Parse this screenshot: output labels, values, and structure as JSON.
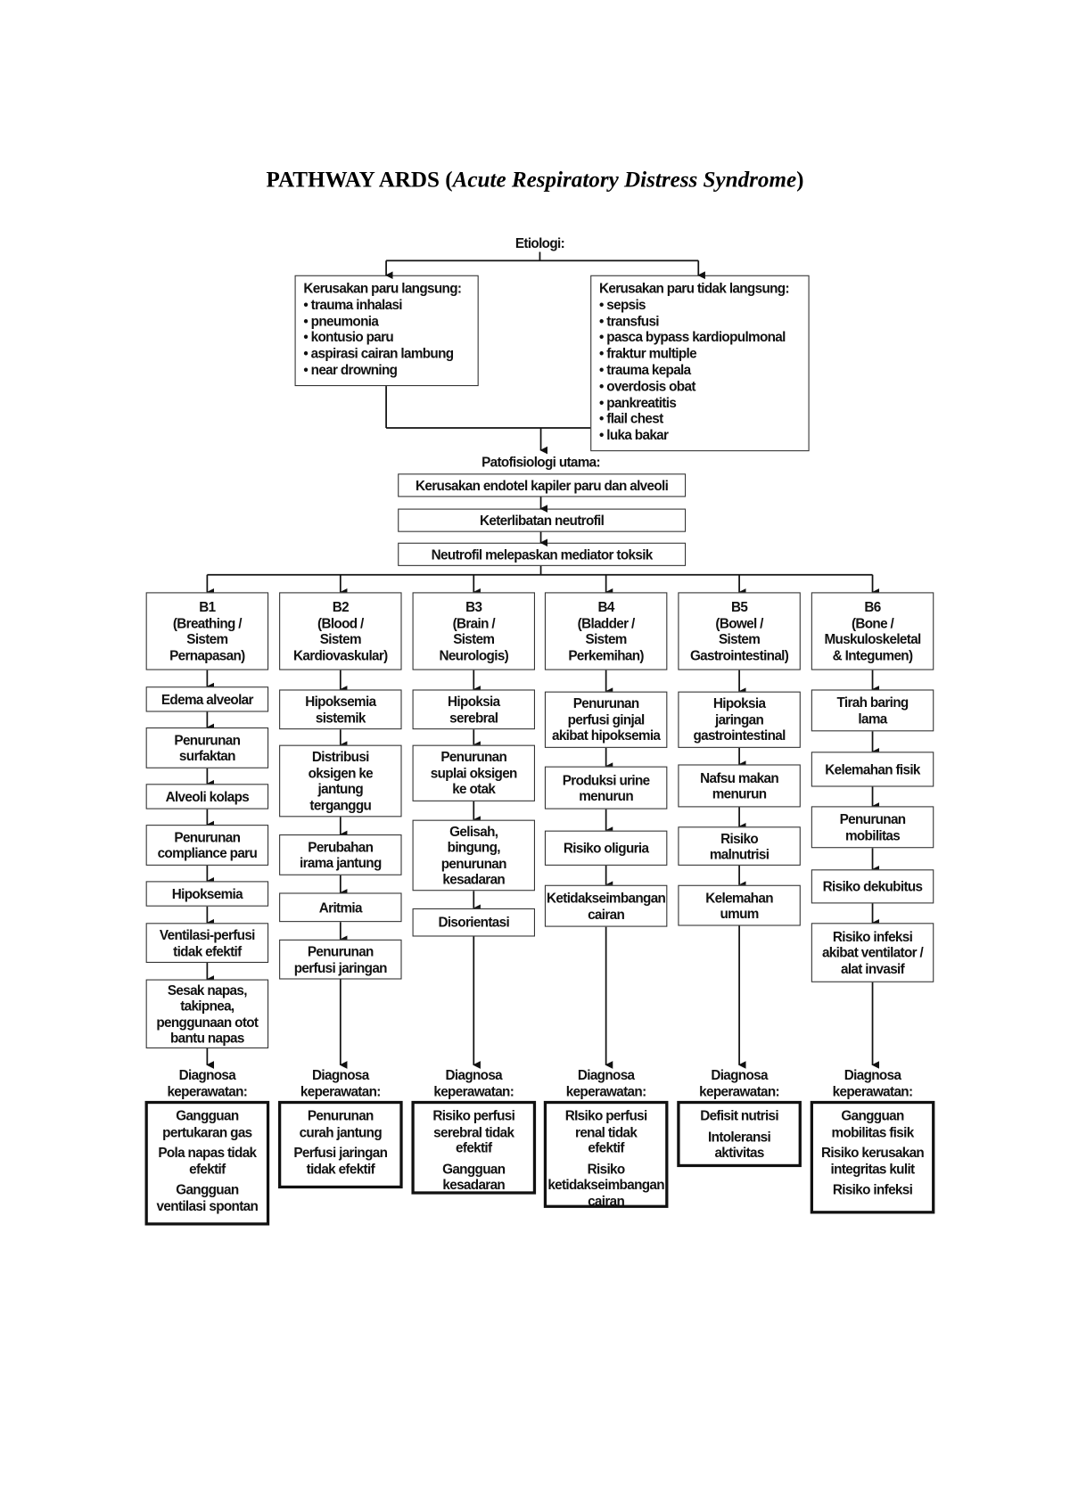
{
  "title": {
    "main": "PATHWAY ARDS",
    "italic": "Acute Respiratory Distress Syndrome"
  },
  "etiologi": {
    "label": "Etiologi:",
    "direct": {
      "heading": "Kerusakan paru langsung:",
      "items": [
        "trauma inhalasi",
        "pneumonia",
        "kontusio paru",
        "aspirasi cairan lambung",
        "near drowning"
      ]
    },
    "indirect": {
      "heading": "Kerusakan paru tidak langsung:",
      "items": [
        "sepsis",
        "transfusi",
        "pasca bypass kardiopulmonal",
        "fraktur multiple",
        "trauma kepala",
        "overdosis obat",
        "pankreatitis",
        "flail chest",
        "luka bakar"
      ]
    }
  },
  "patofisiologi": {
    "label": "Patofisiologi utama:",
    "steps": [
      "Kerusakan endotel kapiler paru dan alveoli",
      "Keterlibatan neutrofil",
      "Neutrofil melepaskan mediator toksik"
    ]
  },
  "diagnosa_label": "Diagnosa\nkeperawatan:",
  "columns": [
    {
      "header": "B1\n(Breathing /\nSistem\nPernapasan)",
      "steps": [
        "Edema alveolar",
        "Penurunan\nsurfaktan",
        "Alveoli kolaps",
        "Penurunan\ncompliance paru",
        "Hipoksemia",
        "Ventilasi-perfusi\ntidak efektif",
        "Sesak napas,\ntakipnea,\npenggunaan otot\nbantu napas"
      ],
      "diagnoses": [
        "Gangguan\npertukaran gas",
        "Pola napas tidak\nefektif",
        "Gangguan\nventilasi spontan"
      ]
    },
    {
      "header": "B2\n(Blood /\nSistem\nKardiovaskular)",
      "steps": [
        "Hipoksemia\nsistemik",
        "Distribusi\noksigen ke\njantung\nterganggu",
        "Perubahan\nirama jantung",
        "Aritmia",
        "Penurunan\nperfusi jaringan"
      ],
      "diagnoses": [
        "Penurunan\ncurah jantung",
        "Perfusi jaringan\ntidak efektif"
      ]
    },
    {
      "header": "B3\n(Brain /\nSistem\nNeurologis)",
      "steps": [
        "Hipoksia\nserebral",
        "Penurunan\nsuplai oksigen\nke otak",
        "Gelisah,\nbingung,\npenurunan\nkesadaran",
        "Disorientasi"
      ],
      "diagnoses": [
        "Risiko perfusi\nserebral tidak\nefektif",
        "Gangguan\nkesadaran"
      ]
    },
    {
      "header": "B4\n(Bladder /\nSistem\nPerkemihan)",
      "steps": [
        "Penurunan\nperfusi ginjal\nakibat hipoksemia",
        "Produksi urine\nmenurun",
        "Risiko oliguria",
        "Ketidakseimbangan\ncairan"
      ],
      "diagnoses": [
        "RIsiko perfusi\nrenal tidak\nefektif",
        "Risiko\nketidakseimbangan\ncairan"
      ]
    },
    {
      "header": "B5\n(Bowel /\nSistem\nGastrointestinal)",
      "steps": [
        "Hipoksia\njaringan\ngastrointestinal",
        "Nafsu makan\nmenurun",
        "Risiko\nmalnutrisi",
        "Kelemahan\numum"
      ],
      "diagnoses": [
        "Defisit nutrisi",
        "Intoleransi\naktivitas"
      ]
    },
    {
      "header": "B6\n(Bone /\nMuskuloskeletal\n& Integumen)",
      "steps": [
        "Tirah baring\nlama",
        "Kelemahan fisik",
        "Penurunan\nmobilitas",
        "Risiko dekubitus",
        "Risiko infeksi\nakibat ventilator /\nalat invasif"
      ],
      "diagnoses": [
        "Gangguan\nmobilitas fisik",
        "Risiko kerusakan\nintegritas kulit",
        "Risiko infeksi"
      ]
    }
  ]
}
